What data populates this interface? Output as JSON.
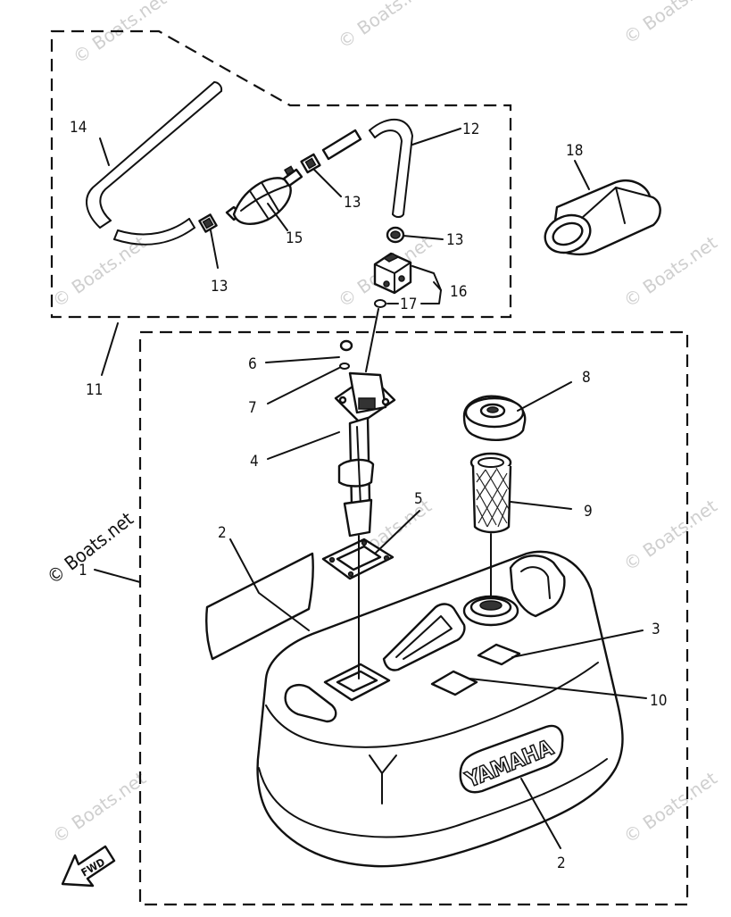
{
  "watermark": "© Boats.net",
  "brand_text": "YAMAHA",
  "fwd_text": "FWD",
  "callouts": {
    "c1": "1",
    "c2a": "2",
    "c2b": "2",
    "c3": "3",
    "c4": "4",
    "c5": "5",
    "c6": "6",
    "c7": "7",
    "c8": "8",
    "c9": "9",
    "c10": "10",
    "c11": "11",
    "c12": "12",
    "c13a": "13",
    "c13b": "13",
    "c13c": "13",
    "c14": "14",
    "c15": "15",
    "c16": "16",
    "c17": "17",
    "c18": "18"
  }
}
